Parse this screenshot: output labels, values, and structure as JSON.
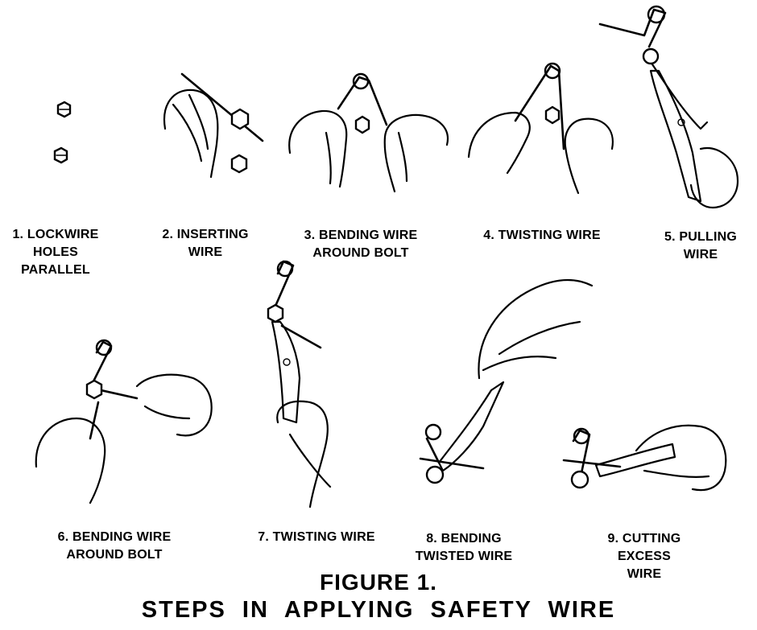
{
  "figure": {
    "number": "FIGURE 1.",
    "caption": "STEPS IN APPLYING SAFETY WIRE"
  },
  "steps": [
    {
      "lines": [
        "1. LOCKWIRE",
        "HOLES",
        "PARALLEL"
      ]
    },
    {
      "lines": [
        "2. INSERTING",
        "WIRE"
      ]
    },
    {
      "lines": [
        "3. BENDING WIRE",
        "AROUND BOLT"
      ]
    },
    {
      "lines": [
        "4. TWISTING WIRE"
      ]
    },
    {
      "lines": [
        "5. PULLING",
        "WIRE"
      ]
    },
    {
      "lines": [
        "6. BENDING WIRE",
        "AROUND BOLT"
      ]
    },
    {
      "lines": [
        "7. TWISTING WIRE"
      ]
    },
    {
      "lines": [
        "8. BENDING",
        "TWISTED WIRE"
      ]
    },
    {
      "lines": [
        "9. CUTTING",
        "EXCESS",
        "WIRE"
      ]
    }
  ]
}
